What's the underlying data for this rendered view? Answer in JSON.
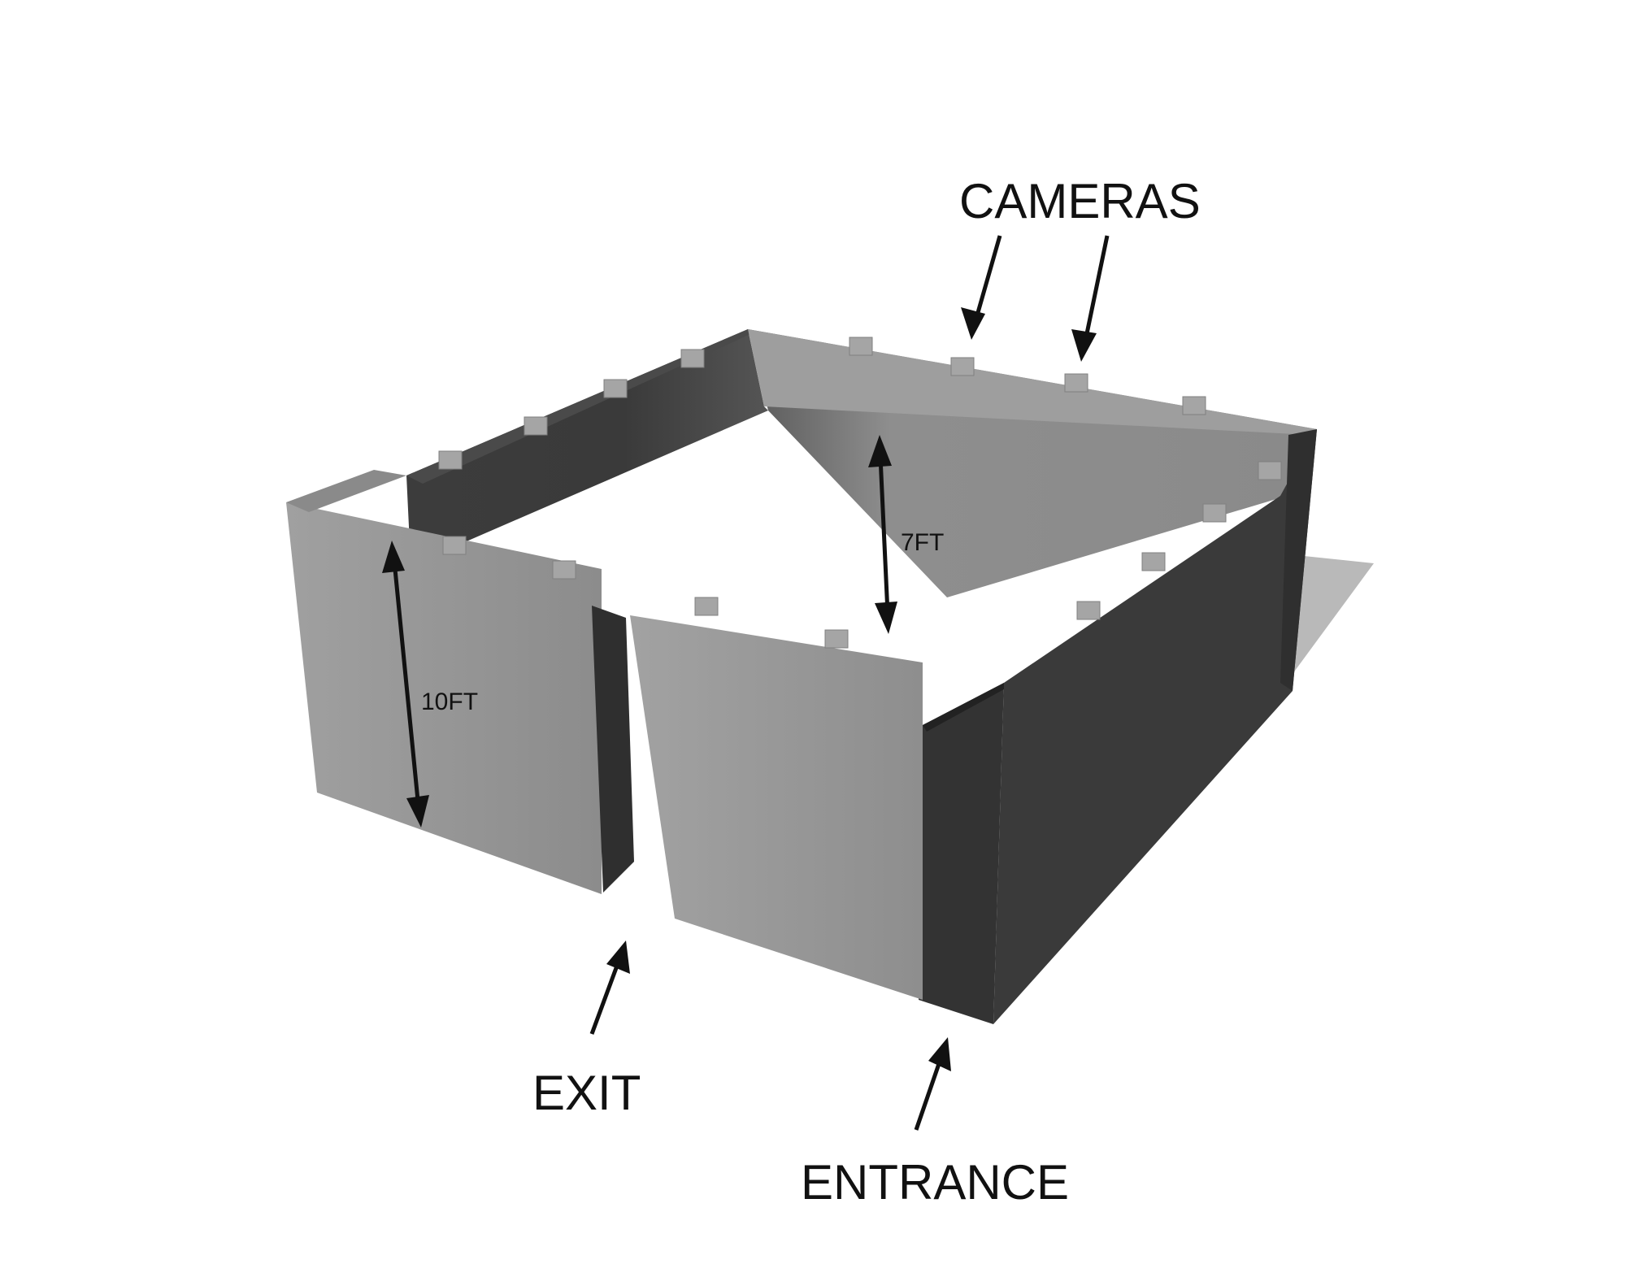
{
  "labels": {
    "cameras": "CAMERAS",
    "exit": "EXIT",
    "entrance": "ENTRANCE",
    "height_10ft": "10FT",
    "height_7ft": "7FT"
  },
  "colors": {
    "background": "#ffffff",
    "wall_light": "#9a9a9a",
    "wall_mid": "#8a8a8a",
    "wall_dark": "#3a3a3a",
    "shadow": "#b8b8b8",
    "camera": "#a8a8a8",
    "arrow": "#111111"
  }
}
